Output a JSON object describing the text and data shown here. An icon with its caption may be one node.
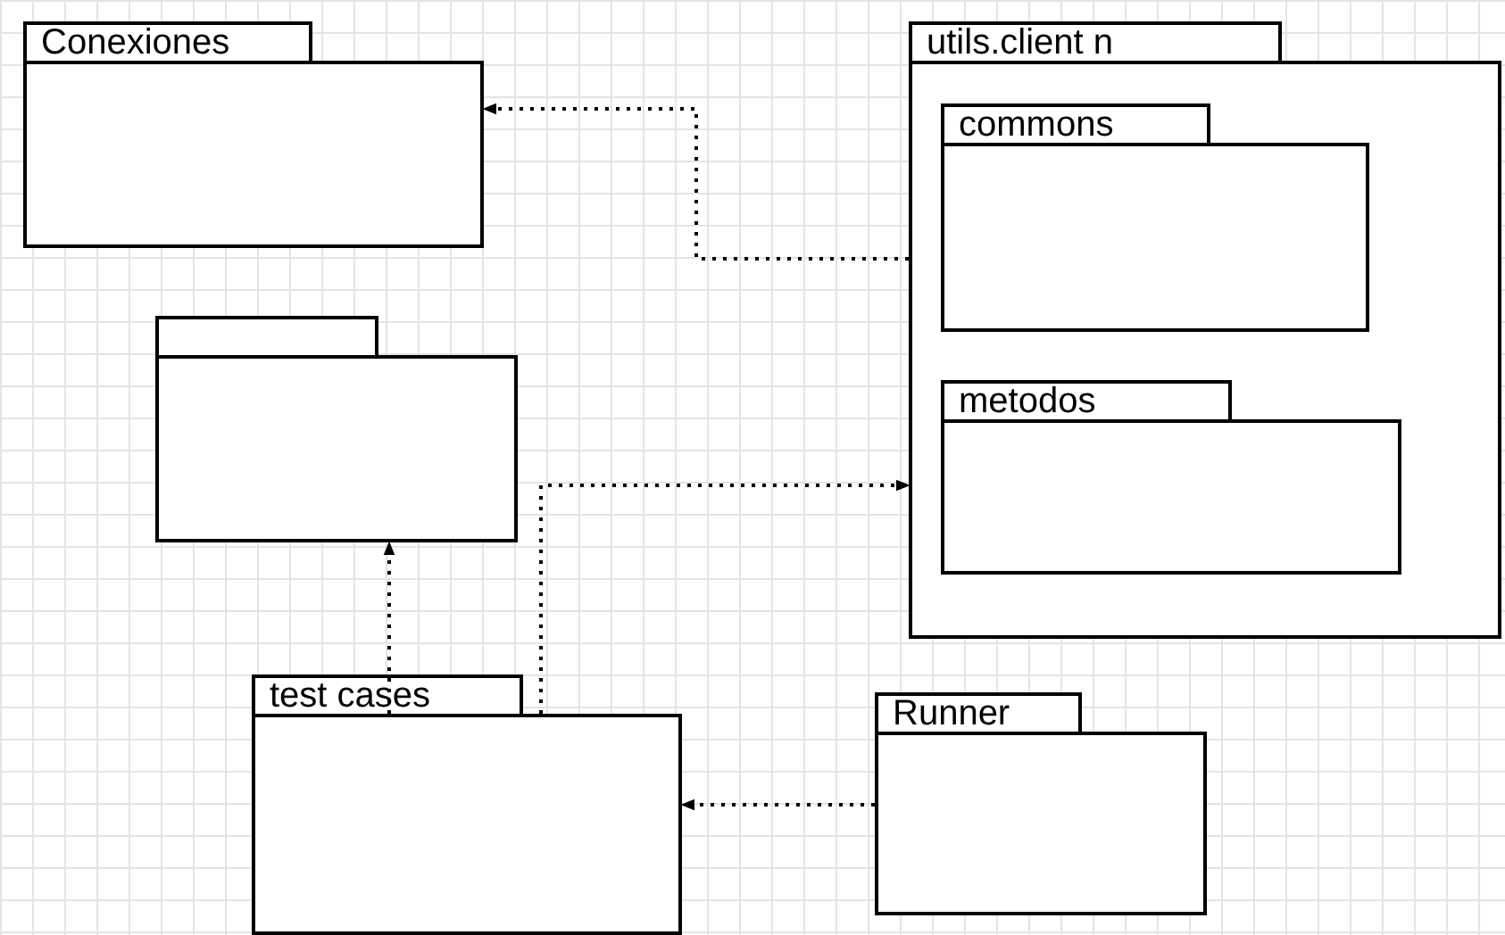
{
  "diagram": {
    "nodes": [
      {
        "text": [
          "Conexiones"
        ]
      },
      {
        "text": [
          "utils.client n"
        ]
      },
      {
        "text": [
          "commons"
        ],
        "in": 1
      },
      {
        "text": [
          "metodos"
        ],
        "in": 1
      },
      {
        "text": [],
        "shape": "folder"
      },
      {
        "text": [
          "test cases"
        ]
      },
      {
        "text": [
          "Runner"
        ]
      }
    ],
    "edges": [
      {
        "from": 1,
        "to": 0,
        "arrow": "to"
      },
      {
        "from": 5,
        "to": 4,
        "arrow": "to"
      },
      {
        "from": 5,
        "to": 1,
        "arrow": "to"
      },
      {
        "from": 6,
        "to": 5,
        "arrow": "to"
      }
    ]
  }
}
